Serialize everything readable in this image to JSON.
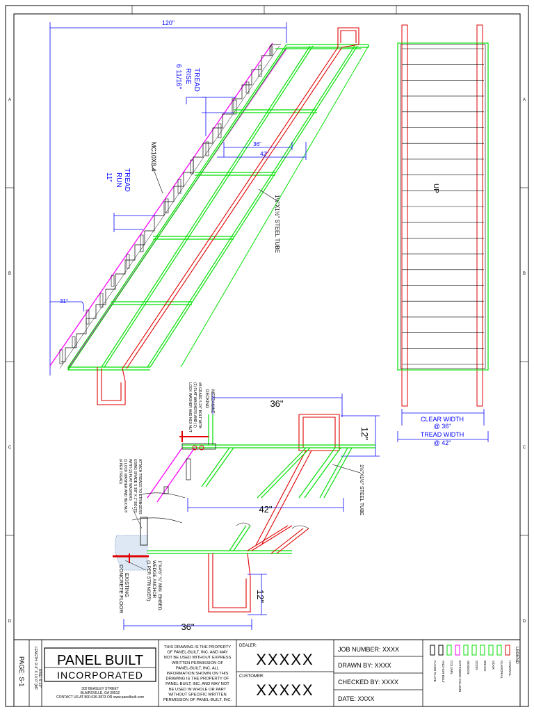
{
  "dims": {
    "overall_width": "120\"",
    "tread_rise": "6 11/16\"",
    "tread_rise_label_1": "TREAD",
    "tread_rise_label_2": "RISE",
    "tread_run_label_1": "TREAD",
    "tread_run_label_2": "RUN",
    "tread_run": "11\"",
    "stringer": "MC10X8.4",
    "angle_31": "31°",
    "width_36_small": "36\"",
    "width_42_small": "42\"",
    "tube_label": "1½\"X1½\" STEEL TUBE",
    "detail_36_top": "36\"",
    "detail_12_top": "12\"",
    "detail_42": "42\"",
    "detail_12_bottom": "12\"",
    "detail_36_bottom": "36\"",
    "tube_label_detail": "1½\"X1½\" STEEL TUBE"
  },
  "plan": {
    "direction": "UP",
    "clear_width_1": "CLEAR WIDTH",
    "clear_width_2": "@ 36\"",
    "tread_width_1": "TREAD WIDTH",
    "tread_width_2": "@ 42\""
  },
  "notes": {
    "mezzanine_1": "MEZZANINE",
    "mezzanine_2": "DECKING",
    "bolt_1": "#8 GRADE 5 2X\" BOLT WITH",
    "bolt_2": "(2) FLAT WASHERS AND (1)",
    "bolt_3": "LOCK WASHER AND HEX NUT",
    "attach_1": "ATTACH TREADS TO STRINGERS",
    "attach_2": "USING GRADE 5 3/8\" X 1\" BOLTS",
    "attach_3": "WITH (2) FLAT WASHERS",
    "attach_4": "(1 LOCK WASHER AND HEX NUT",
    "attach_5": "(4 PER TREAD)",
    "anchor_1": "1\"X4½\" ¾\" MIN. EMBED.",
    "anchor_2": "WEDGE ANCHOR",
    "anchor_3": "(1 PER STRINGER)",
    "floor_1": "EXISTING",
    "floor_2": "CONCRETE FLOOR"
  },
  "title_block": {
    "page": "PAGE: S-1",
    "length_1": "LENGTH: 9'-6\" X 10'-0\" (MF",
    "length_2": "RISE: 6'-10\"",
    "company_1": "PANEL BUILT",
    "company_2": "INCORPORATED",
    "address_1": "302 BEASLEY STREET",
    "address_2": "BLAIRSVILLE, GA 30512",
    "address_3": "CONTACT US AT 800-636-3873 OR www.panelbuilt.com",
    "disclaimer": [
      "THIS DRAWING IS THE PROPERTY",
      "OF PANEL-BUILT, INC. AND MAY",
      "NOT BE USED WITHOUT EXPRESS",
      "WRITTEN PERMISSION OF",
      "PANEL-BUILT, INC. ALL",
      "INFORMATION SHOWN ON THIS",
      "DRAWING IS THE PROPERTY OF",
      "PANEL-BUILT, INC. AND MAY NOT",
      "BE USED IN WHOLE OR PART",
      "WITHOUT SPECIFIC WRITTEN",
      "PERMISSION OF PANEL-BUILT, INC."
    ],
    "dealer_label": "DEALER:",
    "dealer_value": "XXXXX",
    "customer_label": "CUSTOMER:",
    "customer_value": "XXXXX",
    "job_number": "JOB NUMBER: XXXX",
    "drawn_by": "DRAWN BY: XXXX",
    "checked_by": "CHECKED BY: XXXX",
    "date": "DATE: XXXX"
  },
  "legend": {
    "title": "LEGEND",
    "items": [
      "HANDRAIL",
      "GUARDRAIL",
      "STAIR",
      "BRACE",
      "DOOR",
      "WINDOW",
      "EXTENDED COLUMN",
      "COLUMN",
      "ANCHOR BOLT",
      "FLOOR PLATE"
    ]
  },
  "border": {
    "letters": [
      "A",
      "B",
      "C",
      "D"
    ]
  },
  "colors": {
    "dimension": "#0000ff",
    "green": "#00e000",
    "red": "#e00000",
    "magenta": "#ff00ff",
    "black": "#000000"
  }
}
